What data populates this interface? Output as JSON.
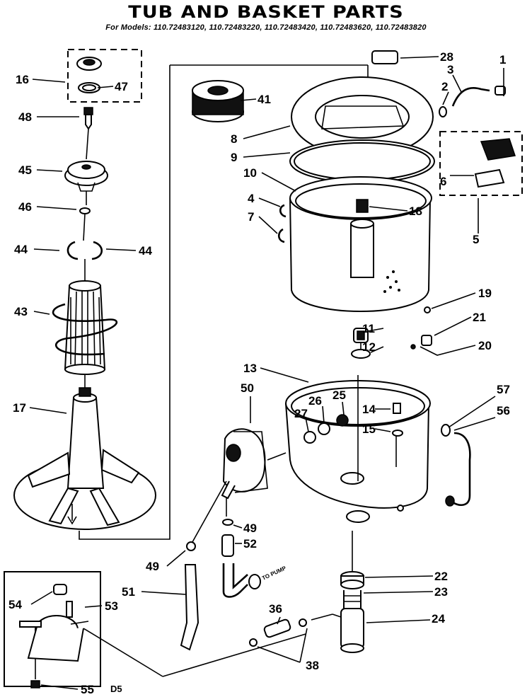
{
  "title": "TUB AND BASKET PARTS",
  "subtitle": "For Models: 110.72483120, 110.72483220, 110.72483420, 110.72483620, 110.72483820",
  "diagram_code": "D5",
  "hose_note": "TO PUMP",
  "callouts": {
    "c1": "1",
    "c2": "2",
    "c3": "3",
    "c4": "4",
    "c5": "5",
    "c6": "6",
    "c7": "7",
    "c8": "8",
    "c9": "9",
    "c10": "10",
    "c11": "11",
    "c12": "12",
    "c13": "13",
    "c14": "14",
    "c15": "15",
    "c16": "16",
    "c17": "17",
    "c18": "18",
    "c19": "19",
    "c20": "20",
    "c21": "21",
    "c22": "22",
    "c23": "23",
    "c24": "24",
    "c25": "25",
    "c26": "26",
    "c27": "27",
    "c28": "28",
    "c36": "36",
    "c38": "38",
    "c41": "41",
    "c43": "43",
    "c44a": "44",
    "c44b": "44",
    "c45": "45",
    "c46": "46",
    "c47": "47",
    "c48": "48",
    "c49a": "49",
    "c49b": "49",
    "c50": "50",
    "c51": "51",
    "c52": "52",
    "c53": "53",
    "c54": "54",
    "c55": "55",
    "c56": "56",
    "c57": "57"
  }
}
